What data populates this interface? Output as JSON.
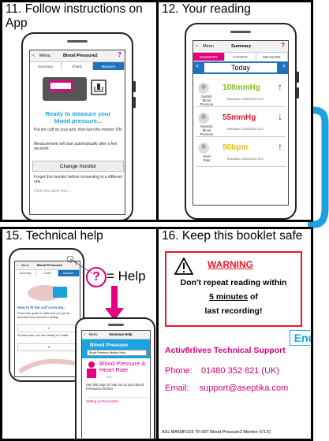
{
  "panels": {
    "p11": {
      "title": "11. Follow instructions on App"
    },
    "p12": {
      "title": "12. Your reading"
    },
    "p15": {
      "title": "15. Technical help"
    },
    "p16": {
      "title": "16. Keep this booklet safe"
    }
  },
  "screen11": {
    "back": "<",
    "menu": "Menu",
    "title": "Blood Pressure2",
    "help": "?",
    "tabs": [
      "Summary",
      "Charts",
      "Measure"
    ],
    "ready": "Ready to measure your blood pressure...",
    "instr1": "Put the cuff on your arm, then turn the monitor ON",
    "instr2": "Measurement will start automatically after a few seconds",
    "change_btn": "Change monitor",
    "forget": "Forget this monitor before connecting to a different one",
    "cut": "Click this label then..."
  },
  "screen12": {
    "back": "<",
    "menu": "Menu",
    "title": "Summary",
    "help": "?",
    "tabs": [
      "SUMMARY",
      "CHARTS",
      "MEASURE"
    ],
    "today": "Today",
    "prev": "<",
    "next": ">",
    "rows": [
      {
        "label": "Systolic\nBlood\nPressure",
        "value": "108mmHg",
        "trend": "↑",
        "recorded": "Recorded: 15/03/2022 11:0",
        "color": "#7ec31a"
      },
      {
        "label": "Diastolic\nBlood\nPressure",
        "value": "55mmHg",
        "trend": "↓",
        "recorded": "Recorded: 15/03/2022 11:0",
        "color": "#e8192c"
      },
      {
        "label": "Heart\nRate",
        "value": "90bpm",
        "trend": "↑",
        "recorded": "Recorded: 15/03/2022 11:0",
        "color": "#f0c000"
      }
    ]
  },
  "screen15a": {
    "back": "<",
    "menu": "Menu",
    "title": "Blood Pressure2",
    "help": "?",
    "tabs": [
      "Summary",
      "Charts",
      "Measure"
    ],
    "howto": "How to fit the cuff correctly...",
    "guide": "Follow this guide to make sure you get an accurate blood pressure reading",
    "step1": "1",
    "step1_text": "Sit down with your arm resting on a table",
    "step2": "2"
  },
  "screen15b": {
    "back": "<",
    "menu": "Menu",
    "title": "Summary Help",
    "header": "Blood Pressure",
    "select": "Blood Pressure Monitor Help",
    "tile_title": "Blood Pressure & Heart Rate",
    "tile_sub": "Help",
    "text": "Use this page to help set up your Blood Pressure2 Monitor",
    "link": "Setting up the monitor"
  },
  "help_bubble": {
    "q": "?",
    "label": "= Help"
  },
  "warning": {
    "title": "WARNING",
    "line1": "Don't repeat reading within",
    "line2": "5 minutes",
    "line2b": " of",
    "line3": "last recording!"
  },
  "end": "End",
  "support": {
    "title": "Activ8rlives Technical Support",
    "phone_label": "Phone:",
    "phone": "01480 352 821 (UK)",
    "email_label": "Email:",
    "email": "support@aseptika.com"
  },
  "footer": "ASL MAN/IFU19 TF-007 Blood Pressure2 Monitor (V1.0)",
  "colors": {
    "pink": "#d6007e",
    "blue": "#1aa3e0",
    "red": "#e8192c",
    "green": "#7ec31a"
  }
}
